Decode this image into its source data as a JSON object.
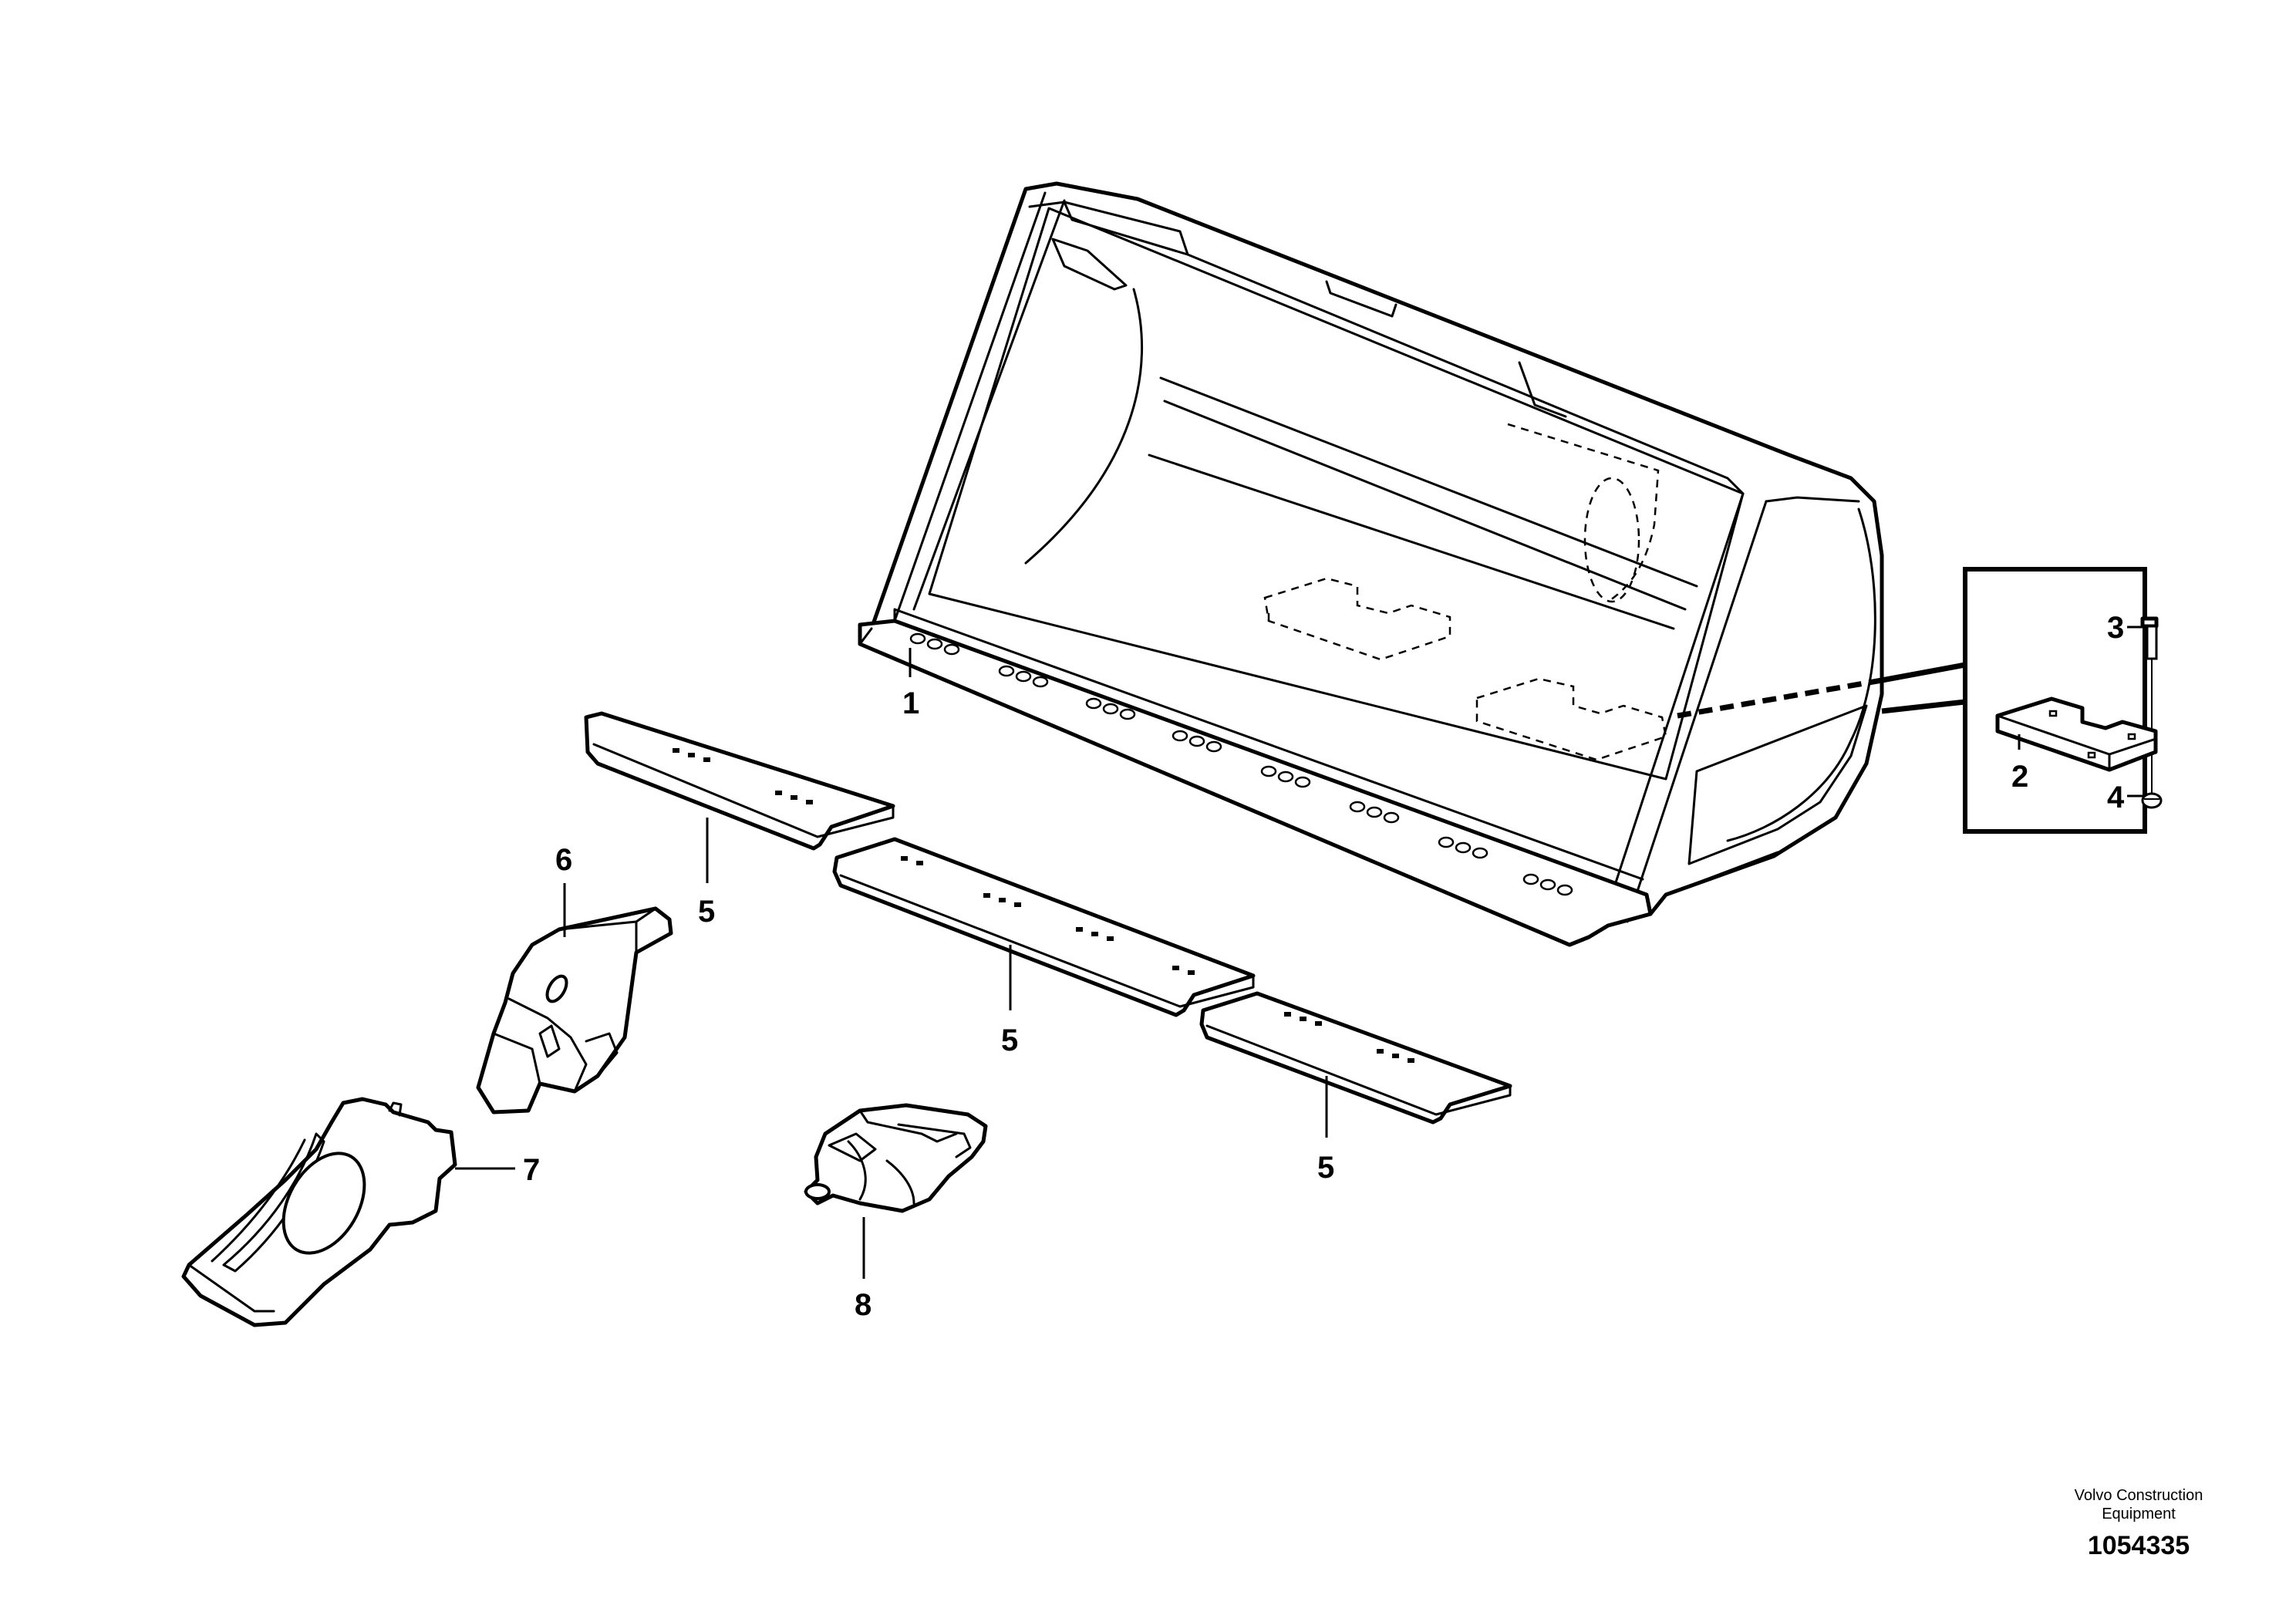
{
  "callouts": {
    "c1": "1",
    "c2": "2",
    "c3": "3",
    "c4": "4",
    "c5a": "5",
    "c5b": "5",
    "c5c": "5",
    "c6": "6",
    "c7": "7",
    "c8": "8"
  },
  "footer": {
    "company_line1": "Volvo Construction",
    "company_line2": "Equipment",
    "doc_number": "1054335"
  }
}
